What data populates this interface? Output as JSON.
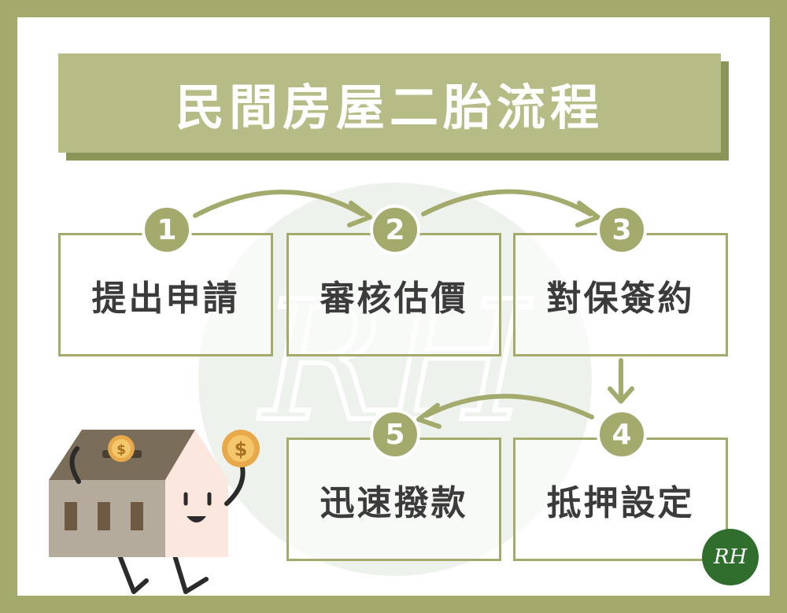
{
  "title": "民間房屋二胎流程",
  "steps": [
    {
      "number": "1",
      "label": "提出申請"
    },
    {
      "number": "2",
      "label": "審核估價"
    },
    {
      "number": "3",
      "label": "對保簽約"
    },
    {
      "number": "4",
      "label": "抵押設定"
    },
    {
      "number": "5",
      "label": "迅速撥款"
    }
  ],
  "logo": {
    "text": "RH"
  },
  "watermark": {
    "text": "RH"
  },
  "colors": {
    "frame": "#a3aa6c",
    "title_bar": "#b7bb85",
    "title_shadow": "#8b9557",
    "badge": "#a3aa6c",
    "logo": "#2f6e2c",
    "label_text": "#3b3b3b"
  },
  "illustration": {
    "name": "house-mascot-with-coins",
    "coin_symbol": "$"
  }
}
